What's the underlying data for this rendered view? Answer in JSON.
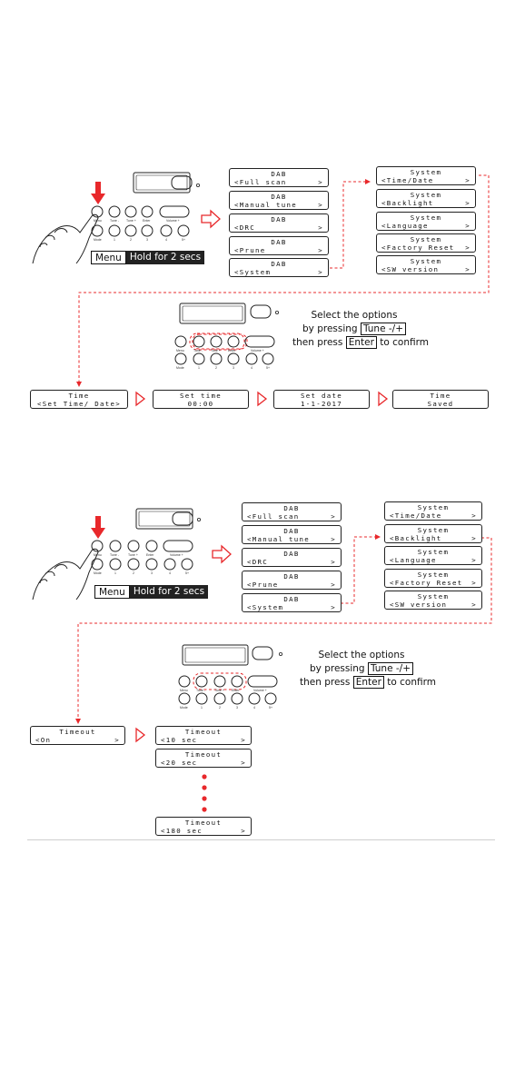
{
  "menu_key": "Menu",
  "hold_text": "Hold for 2 secs",
  "instructions": {
    "line1": "Select the options",
    "line2_pre": "by pressing",
    "line2_key": "Tune -/+",
    "line3_pre": "then press",
    "line3_key": "Enter",
    "line3_post": "to confirm"
  },
  "button_labels": {
    "top": [
      "Menu",
      "Tune -",
      "Tune +",
      "Enter",
      "Volume +"
    ],
    "bottom": [
      "Mode",
      "1",
      "2",
      "3",
      "4",
      "5+"
    ]
  },
  "dab_menu": [
    {
      "title": "DAB",
      "item": "<Full scan",
      "arrow": ">"
    },
    {
      "title": "DAB",
      "item": "<Manual tune",
      "arrow": ">"
    },
    {
      "title": "DAB",
      "item": "<DRC",
      "arrow": ">"
    },
    {
      "title": "DAB",
      "item": "<Prune",
      "arrow": ">"
    },
    {
      "title": "DAB",
      "item": "<System",
      "arrow": ">"
    }
  ],
  "system_menu": [
    {
      "title": "System",
      "item": "<Time/Date",
      "arrow": ">"
    },
    {
      "title": "System",
      "item": "<Backlight",
      "arrow": ">"
    },
    {
      "title": "System",
      "item": "<Language",
      "arrow": ">"
    },
    {
      "title": "System",
      "item": "<Factory Reset",
      "arrow": ">"
    },
    {
      "title": "System",
      "item": "<SW version",
      "arrow": ">"
    }
  ],
  "time_steps": [
    {
      "title": "Time",
      "item": "<Set Time/ Date>"
    },
    {
      "title": "Set time",
      "item": "00:00"
    },
    {
      "title": "Set date",
      "item": "1-1-2017"
    },
    {
      "title": "Time",
      "item": "Saved"
    }
  ],
  "timeout_start": {
    "title": "Timeout",
    "item": "<On",
    "arrow": ">"
  },
  "timeout_options": [
    {
      "title": "Timeout",
      "item": "<10 sec",
      "arrow": ">"
    },
    {
      "title": "Timeout",
      "item": "<20 sec",
      "arrow": ">"
    },
    {
      "title": "Timeout",
      "item": "<180 sec",
      "arrow": ">"
    }
  ],
  "colors": {
    "accent": "#e8282b",
    "line": "#222222"
  }
}
